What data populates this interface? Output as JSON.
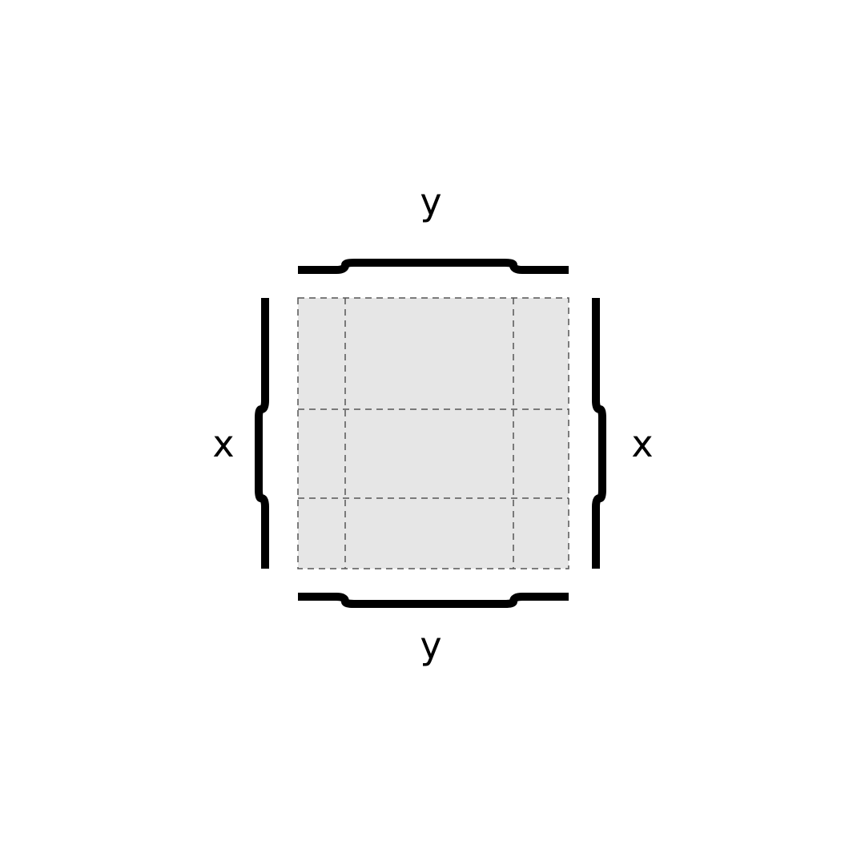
{
  "labels": {
    "top": "y",
    "bottom": "y",
    "left": "x",
    "right": "x"
  },
  "colors": {
    "stroke": "#000000",
    "hatch_fill": "#e6e6e6",
    "grid_dash": "#555555",
    "background": "#ffffff"
  },
  "grid": {
    "rows": 3,
    "columns": 3,
    "dashed": true
  }
}
